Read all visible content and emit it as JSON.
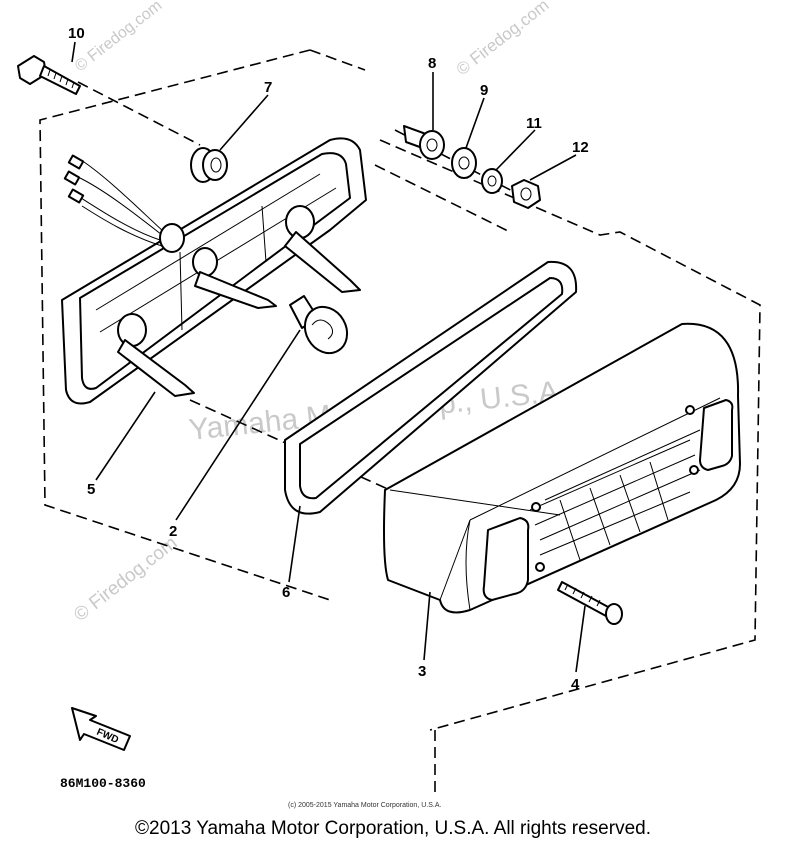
{
  "callouts": {
    "p10": "10",
    "p7": "7",
    "p8": "8",
    "p9": "9",
    "p11": "11",
    "p12": "12",
    "p5": "5",
    "p2": "2",
    "p6": "6",
    "p3": "3",
    "p4": "4"
  },
  "watermarks": {
    "center": "Yamaha Motor Corp., U.S.A.",
    "left": "© Firedog.com",
    "top_right_1": "© Firedog.com",
    "top_right_2": "© Firedog.com"
  },
  "fwd_label": "FWD",
  "diagram_code": "86M100-8360",
  "fine_print": "(c) 2005-2015 Yamaha Motor Corporation, U.S.A.",
  "copyright": "©2013 Yamaha Motor Corporation, U.S.A. All rights reserved."
}
